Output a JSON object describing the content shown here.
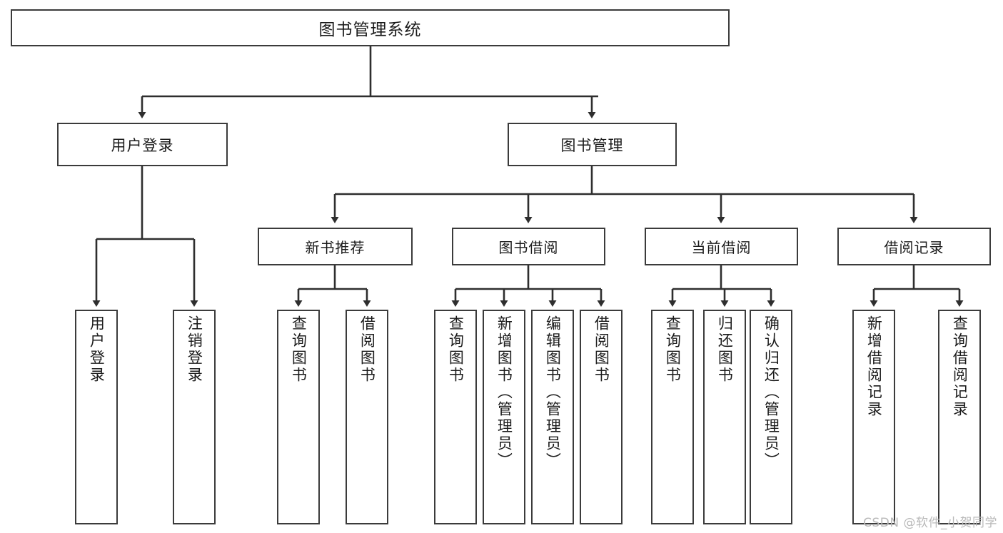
{
  "diagram": {
    "type": "tree-hierarchy",
    "title": "图书管理系统",
    "root": {
      "label": "图书管理系统"
    },
    "level1": [
      {
        "label": "用户登录"
      },
      {
        "label": "图书管理"
      }
    ],
    "level2": [
      {
        "label": "新书推荐",
        "parent": "图书管理"
      },
      {
        "label": "图书借阅",
        "parent": "图书管理"
      },
      {
        "label": "当前借阅",
        "parent": "图书管理"
      },
      {
        "label": "借阅记录",
        "parent": "图书管理"
      }
    ],
    "leaves": {
      "user_login": [
        {
          "label": "用户登录"
        },
        {
          "label": "注销登录"
        }
      ],
      "new_book_recommend": [
        {
          "label": "查询图书"
        },
        {
          "label": "借阅图书"
        }
      ],
      "book_borrow": [
        {
          "label": "查询图书"
        },
        {
          "label": "新增图书（管理员）"
        },
        {
          "label": "编辑图书（管理员）"
        },
        {
          "label": "借阅图书"
        }
      ],
      "current_borrow": [
        {
          "label": "查询图书"
        },
        {
          "label": "归还图书"
        },
        {
          "label": "确认归还（管理员）"
        }
      ],
      "borrow_records": [
        {
          "label": "新增借阅记录"
        },
        {
          "label": "查询借阅记录"
        }
      ]
    }
  },
  "watermark": {
    "text": "CSDN @软件_小贺同学"
  },
  "colors": {
    "stroke": "#3b3b3b",
    "box_fill": "#ffffff",
    "text": "#1b1b1b",
    "watermark": "#b9b9b9"
  }
}
